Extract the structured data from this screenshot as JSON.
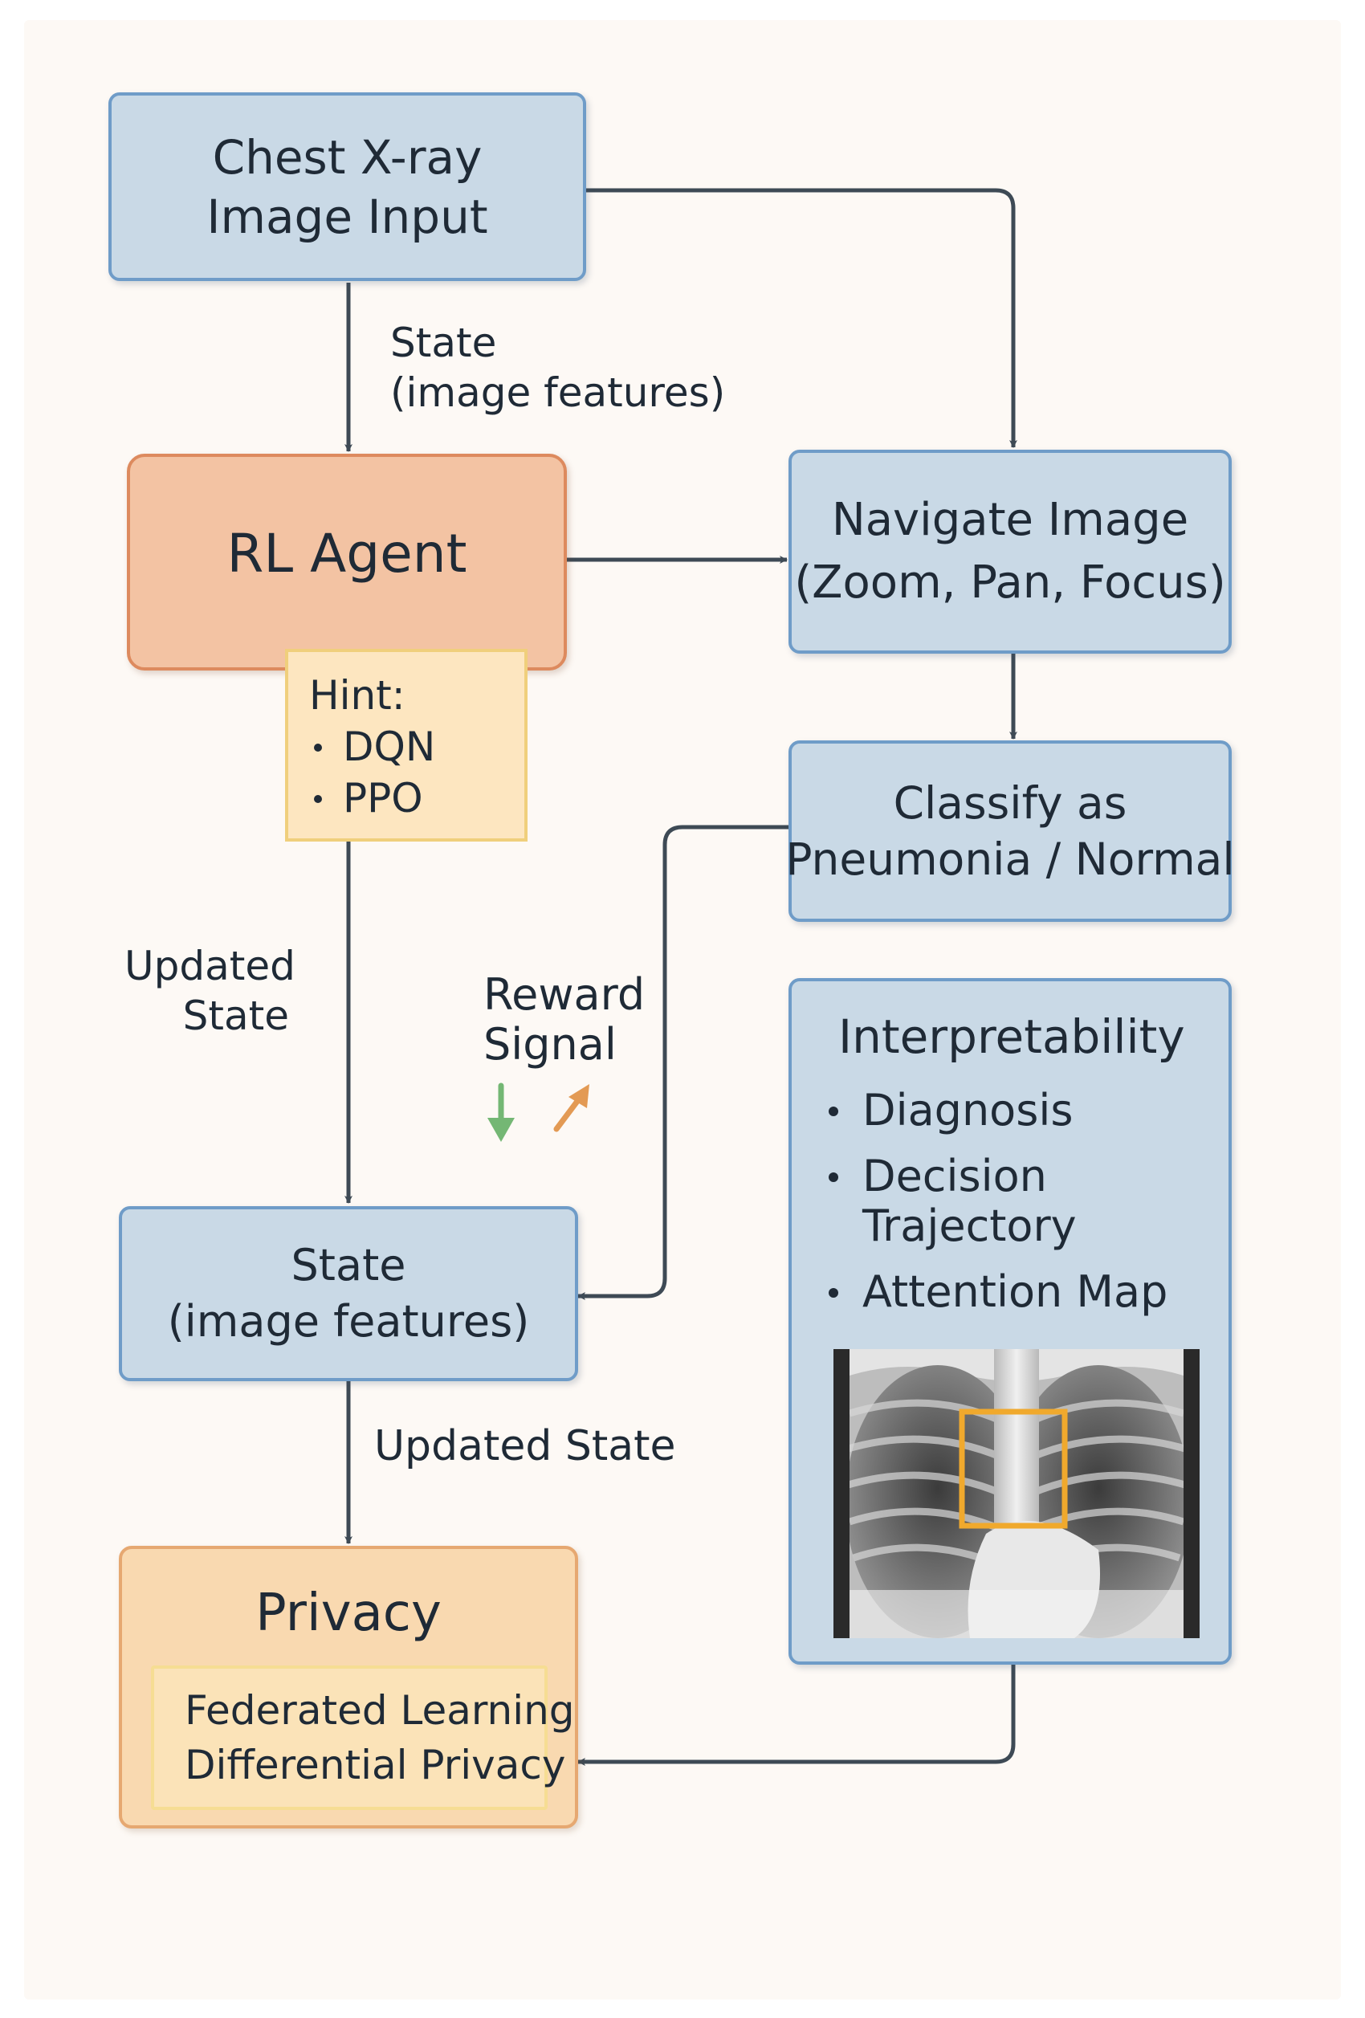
{
  "nodes": {
    "input": {
      "lines": [
        "Chest X-ray",
        "Image Input"
      ]
    },
    "agent": {
      "lines": [
        "RL Agent"
      ]
    },
    "hint": {
      "title": "Hint:",
      "items": [
        "DQN",
        "PPO"
      ]
    },
    "navigate": {
      "lines": [
        "Navigate Image",
        "(Zoom, Pan, Focus)"
      ]
    },
    "classify": {
      "lines": [
        "Classify as",
        "Pneumonia / Normal"
      ]
    },
    "state": {
      "lines": [
        "State",
        "(image features)"
      ]
    },
    "interpretability": {
      "title": "Interpretability",
      "items": [
        "Diagnosis",
        "Decision Trajectory",
        "Attention Map"
      ]
    },
    "privacy": {
      "title": "Privacy",
      "items": [
        "Federated Learning",
        "Differential Privacy"
      ]
    }
  },
  "labels": {
    "state_features": [
      "State",
      "(image features)"
    ],
    "updated_state_left": [
      "Updated",
      "State"
    ],
    "reward_signal": [
      "Reward",
      "Signal"
    ],
    "updated_state_bottom": "Updated State"
  },
  "colors": {
    "blue_fill": "#c9d9e6",
    "blue_border": "#6f9cc8",
    "agent_fill": "#f3c3a3",
    "privacy_fill": "#f9d9b0",
    "hint_fill": "#fde6c0",
    "arrow": "#3e4a55",
    "reward_down": "#74b774",
    "reward_up": "#e39a54",
    "attention_box": "#f0a92d"
  }
}
